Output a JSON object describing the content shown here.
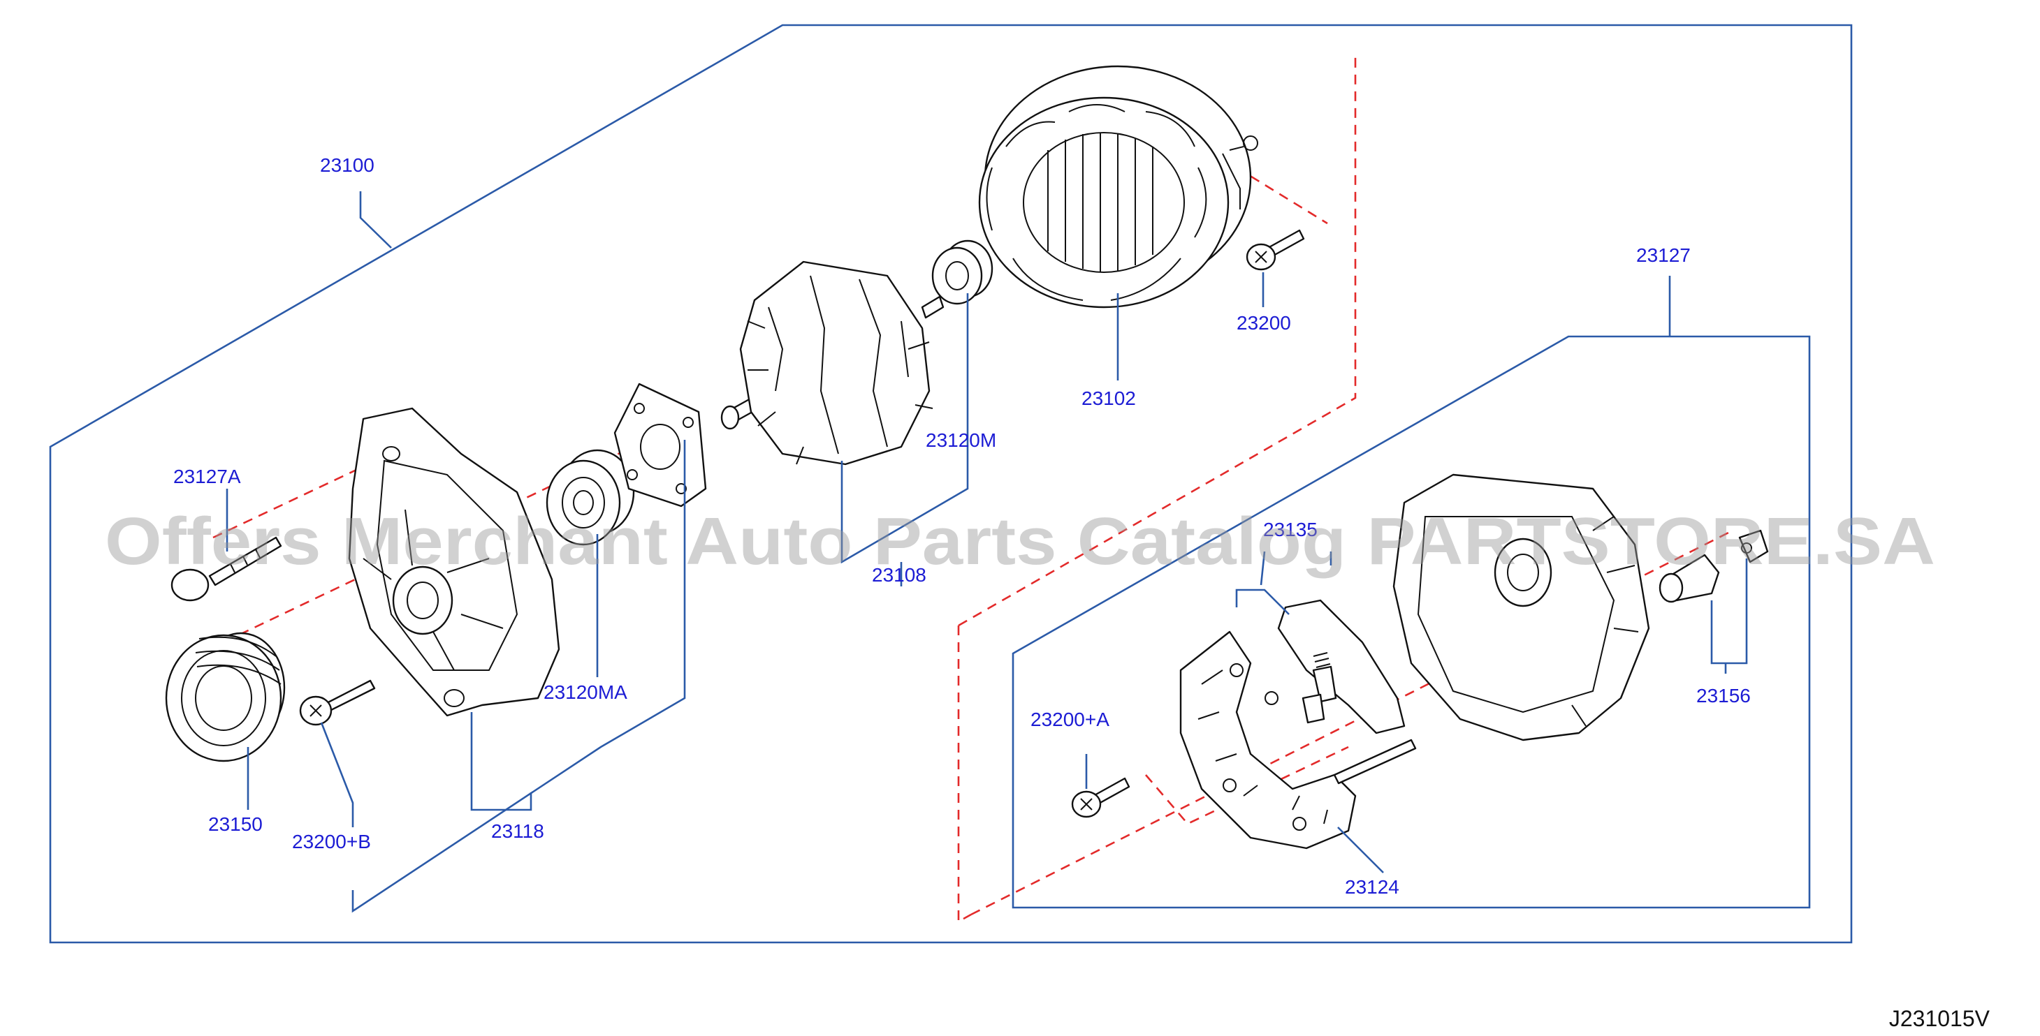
{
  "watermark": "Offers Merchant Auto Parts Catalog PARTSTORE.SA",
  "diagram_code": "J231015V",
  "labels": {
    "assy": "23100",
    "stator": "23102",
    "rotor": "23108",
    "rotor_bearing": "23120M",
    "front_bearing": "23120MA",
    "front_bracket": "23118",
    "bolt": "23127A",
    "pulley": "23150",
    "screw_b": "23200+B",
    "screw": "23200",
    "rear_assy": "23127",
    "brush": "23135",
    "rectifier": "23124",
    "screw_a": "23200+A",
    "terminal": "23156"
  }
}
